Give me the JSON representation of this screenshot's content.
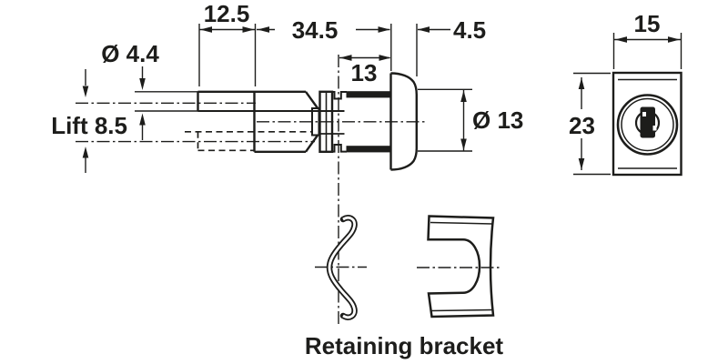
{
  "drawing": {
    "caption": "Retaining bracket",
    "dims": {
      "shaft_offset": "12.5",
      "body_length": "34.5",
      "cap_depth": "4.5",
      "groove_to_front": "13",
      "cap_diameter": "Ø 13",
      "shaft_diameter": "Ø 4.4",
      "lift": "Lift 8.5",
      "front_width": "15",
      "front_height": "23"
    },
    "colors": {
      "line": "#1d1d1b",
      "background": "#ffffff"
    }
  }
}
